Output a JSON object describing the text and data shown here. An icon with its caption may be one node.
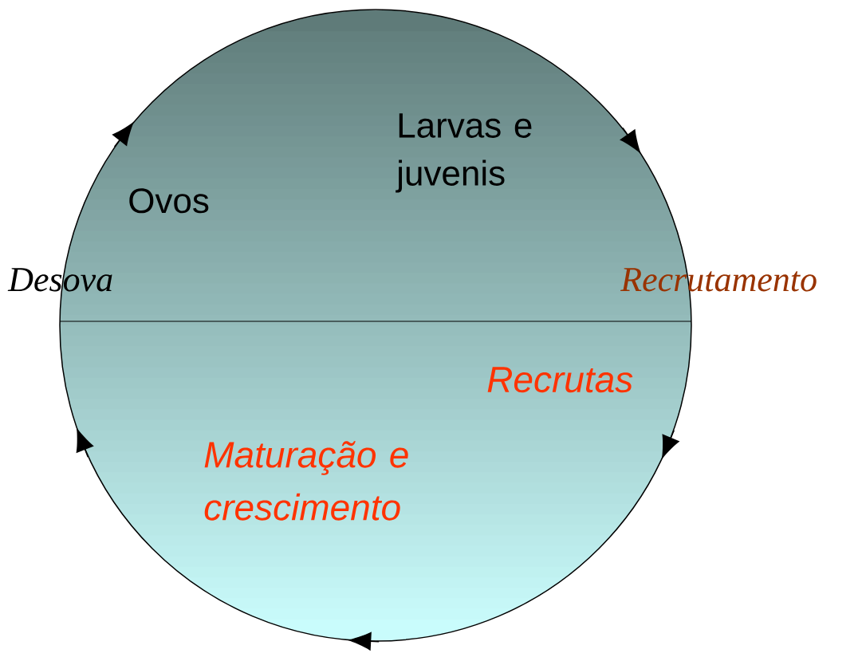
{
  "diagram": {
    "nodes": [
      {
        "text": [],
        "shape": "circle"
      }
    ],
    "labels": [
      "Larvas e juvenis",
      "Ovos",
      "Desova",
      "Recrutamento",
      "Recrutas",
      "Maturação e crescimento"
    ]
  }
}
